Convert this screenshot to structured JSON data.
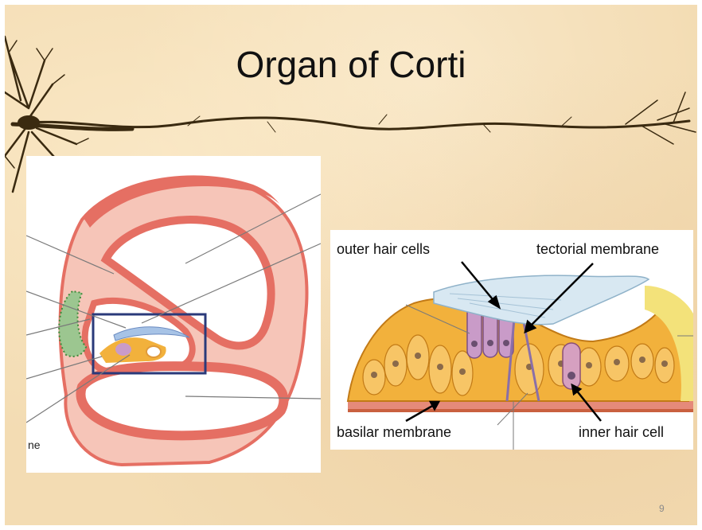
{
  "slide": {
    "title": "Organ of Corti",
    "page_number": "9"
  },
  "left_figure": {
    "label_fragment": "ne",
    "highlight_color": "#2a3a7a"
  },
  "right_figure": {
    "labels": {
      "outer_hair_cells": "outer hair cells",
      "tectorial_membrane": "tectorial membrane",
      "basilar_membrane": "basilar membrane",
      "inner_hair_cell": "inner hair cell"
    }
  },
  "colors": {
    "background": "#f3dcb3",
    "cochlea_wall": "#e56f63",
    "cochlea_fill": "#f6c0b4",
    "cells": "#f2b13c",
    "hair_cells": "#c99bc8",
    "tectorial": "#cfe3ef"
  }
}
